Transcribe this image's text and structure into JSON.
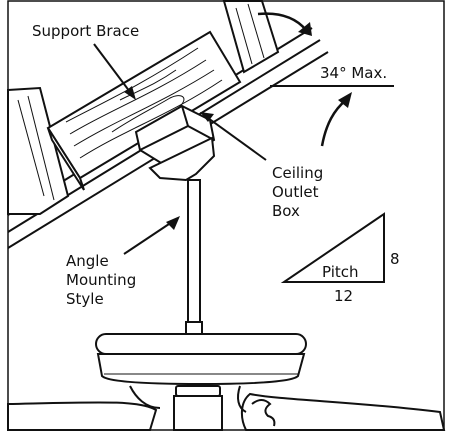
{
  "labels": {
    "support_brace": "Support Brace",
    "max_angle": "34° Max.",
    "ceiling_outlet_box": [
      "Ceiling",
      "Outlet",
      "Box"
    ],
    "angle_mounting_style": [
      "Angle",
      "Mounting",
      "Style"
    ],
    "pitch": "Pitch",
    "pitch_rise": "8",
    "pitch_run": "12"
  },
  "colors": {
    "line": "#111111",
    "background": "#ffffff",
    "shade": "#e6e6e6"
  }
}
